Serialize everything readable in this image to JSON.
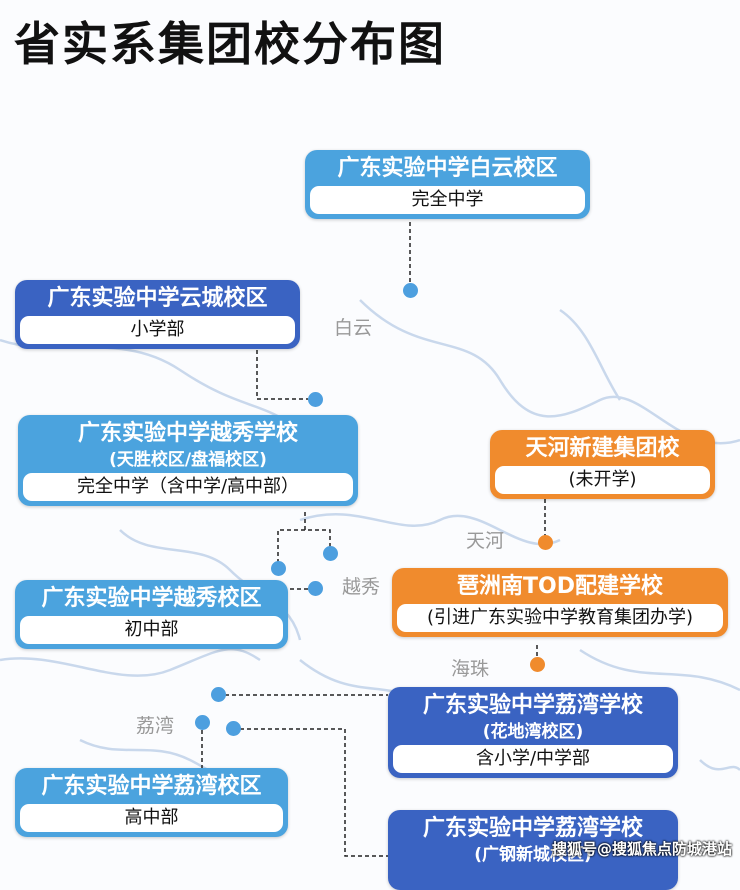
{
  "title": "省实系集团校分布图",
  "areas": {
    "baiyun": "白云",
    "tianhe": "天河",
    "yuexiu": "越秀",
    "haizhu": "海珠",
    "liwan": "荔湾"
  },
  "schools": [
    {
      "name": "广东实验中学白云校区",
      "type": "完全中学"
    },
    {
      "name": "广东实验中学云城校区",
      "type": "小学部"
    },
    {
      "name": "广东实验中学越秀学校",
      "campus": "(天胜校区/盘福校区)",
      "type": "完全中学（含中学/高中部）"
    },
    {
      "name": "广东实验中学越秀校区",
      "type": "初中部"
    },
    {
      "name": "天河新建集团校",
      "campus": "(未开学)"
    },
    {
      "name": "琶洲南TOD配建学校",
      "type": "(引进广东实验中学教育集团办学)"
    },
    {
      "name": "广东实验中学荔湾学校",
      "campus": "(花地湾校区)",
      "type": "含小学/中学部"
    },
    {
      "name": "广东实验中学荔湾校区",
      "type": "高中部"
    },
    {
      "name": "广东实验中学荔湾学校",
      "campus": "(广钢新城校区)"
    }
  ],
  "colors": {
    "light_blue": "#4ba3de",
    "dark_blue": "#3a63c2",
    "orange": "#f08b2d"
  },
  "watermark": "搜狐号@搜狐焦点防城港站"
}
